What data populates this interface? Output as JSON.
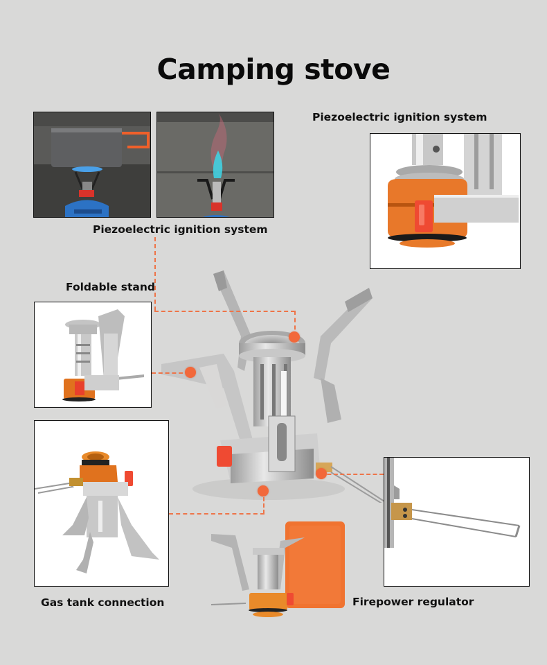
{
  "page": {
    "title": "Camping stove",
    "background": "#d9d9d8",
    "accent_color": "#f2683a"
  },
  "features": {
    "ignition_photos_caption": "Piezoelectric ignition system",
    "ignition_detail_caption": "Piezoelectric ignition system",
    "foldable_stand_caption": "Foldable stand",
    "gas_tank_caption": "Gas tank connection",
    "firepower_caption": "Firepower regulator"
  },
  "images": {
    "pot_on_stove": "stove-with-pot-photo",
    "flame_burning": "stove-flame-photo",
    "ignition_closeup": "piezo-igniter-closeup",
    "folded_stove": "folded-stove-photo",
    "inverted_stove": "gas-tank-connection-photo",
    "main_stove": "main-stove-product",
    "stove_with_case": "stove-with-orange-case",
    "regulator_closeup": "firepower-regulator-closeup"
  }
}
